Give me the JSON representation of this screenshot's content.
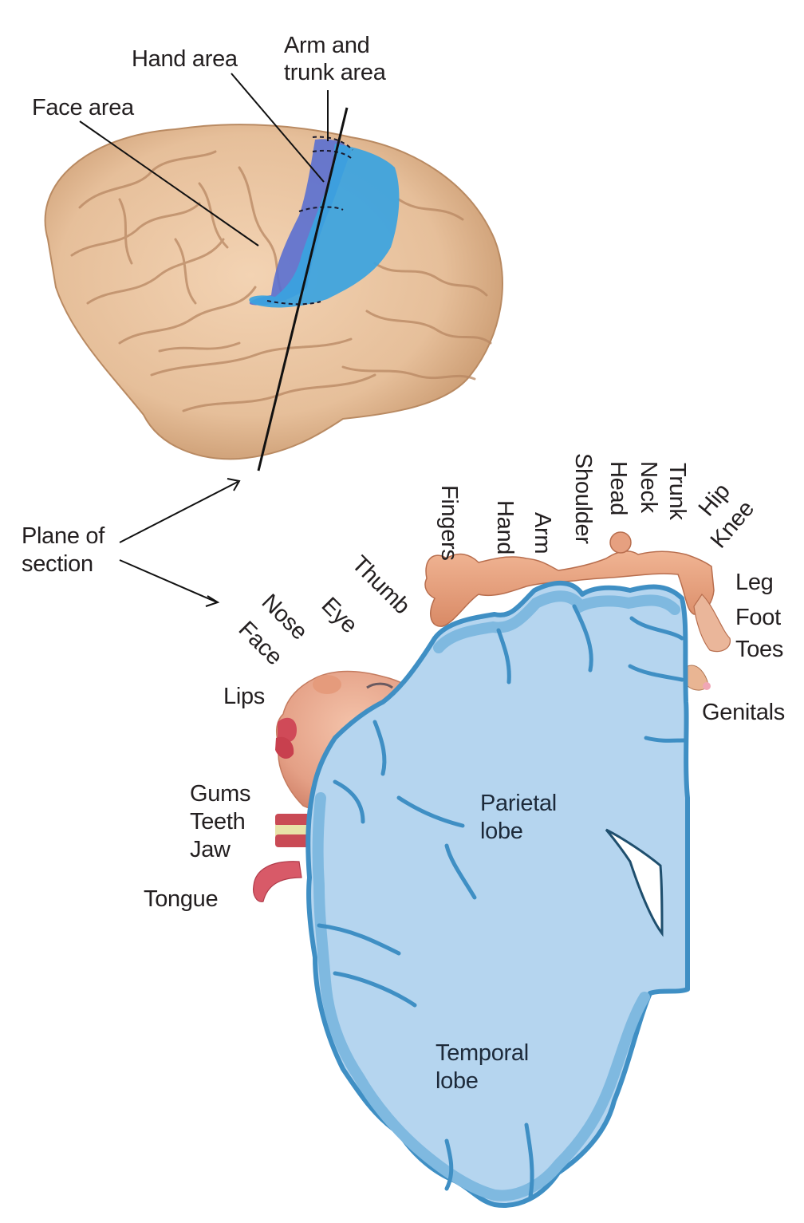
{
  "brain_labels": {
    "face_area": "Face area",
    "hand_area": "Hand area",
    "arm_trunk_area_line1": "Arm and",
    "arm_trunk_area_line2": "trunk area",
    "plane_of_section_line1": "Plane of",
    "plane_of_section_line2": "section"
  },
  "homunculus_labels": {
    "fingers": "Fingers",
    "hand": "Hand",
    "arm": "Arm",
    "shoulder": "Shoulder",
    "head": "Head",
    "neck": "Neck",
    "trunk": "Trunk",
    "hip": "Hip",
    "knee": "Knee",
    "leg": "Leg",
    "foot": "Foot",
    "toes": "Toes",
    "genitals": "Genitals",
    "thumb": "Thumb",
    "eye": "Eye",
    "nose": "Nose",
    "face": "Face",
    "lips": "Lips",
    "gums": "Gums",
    "teeth": "Teeth",
    "jaw": "Jaw",
    "tongue": "Tongue"
  },
  "section_labels": {
    "parietal_line1": "Parietal",
    "parietal_line2": "lobe",
    "temporal_line1": "Temporal",
    "temporal_line2": "lobe"
  },
  "colors": {
    "brain_tan": "#e8c3a0",
    "brain_shadow": "#c99a74",
    "motor_blue_dark": "#5a6fd0",
    "sensory_blue": "#3aa3e0",
    "section_fill": "#b5d5ef",
    "section_cortex": "#7fb9e0",
    "section_edge": "#3f8fc4",
    "skin": "#e7a27f",
    "lip_red": "#d04a58"
  }
}
